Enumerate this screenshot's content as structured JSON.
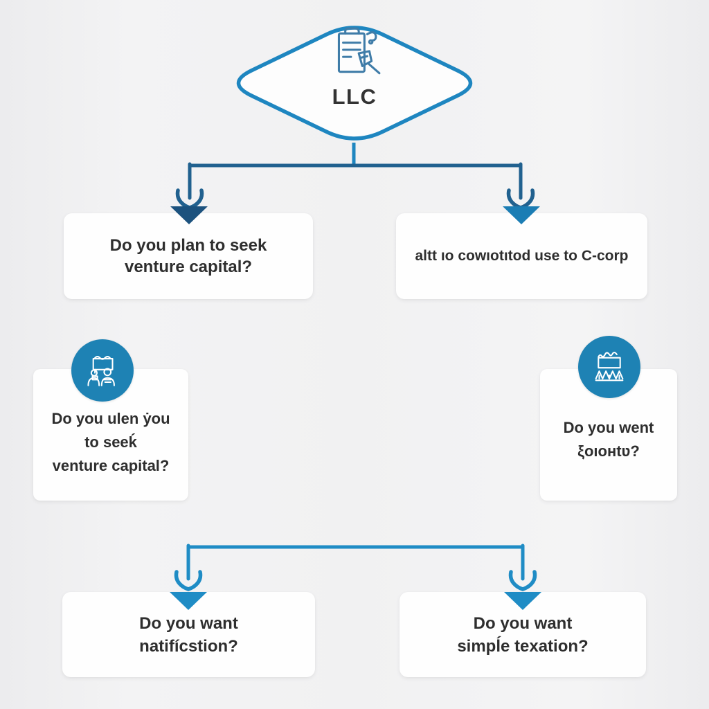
{
  "diagram": {
    "title": "LLC decision flowchart",
    "root": {
      "label": "LLC",
      "icon": "document-search-icon"
    },
    "row1": {
      "left": {
        "lines": [
          "Do you plan to seek",
          "venture capital?"
        ]
      },
      "right": {
        "lines": [
          "altt ıo cowıotıtod use to C-corp"
        ]
      }
    },
    "row2": {
      "left": {
        "icon": "people-presentation-icon",
        "lines": [
          "Do you ulen ẏou",
          "to seeḱ",
          "venture capital?"
        ]
      },
      "right": {
        "icon": "banner-crowd-icon",
        "lines": [
          "Do you went",
          "ξoıoʜtʋ?"
        ]
      }
    },
    "row3": {
      "left": {
        "lines": [
          "Do you want",
          "natifícstion?"
        ]
      },
      "right": {
        "lines": [
          "Do you want",
          "simpĺe texation?"
        ]
      }
    }
  },
  "colors": {
    "background": "#f1f1f2",
    "box_bg": "#fefefe",
    "text": "#2e2e2e",
    "diamond_border": "#1e86c0",
    "connector_dark": "#21618f",
    "connector_light": "#1f8cc5",
    "triangle_dark": "#1c527e",
    "triangle_light": "#1b7db4",
    "circle_fill": "#1e82b4",
    "icon_stroke": "#3f7ca8"
  }
}
